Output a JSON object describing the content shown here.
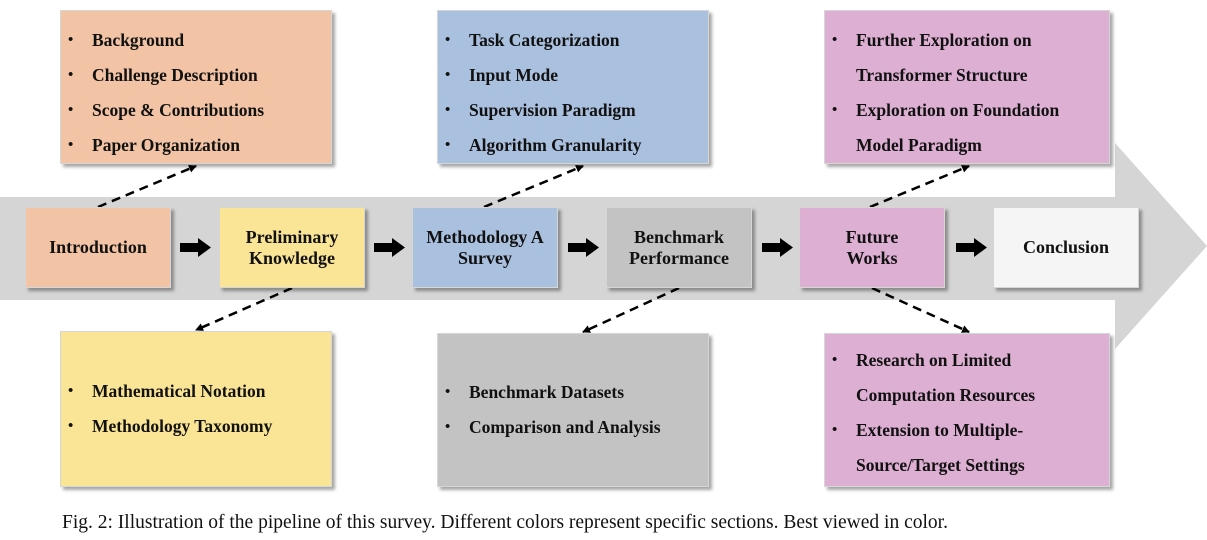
{
  "colors": {
    "introduction": "#f2c4a5",
    "preliminary": "#fae597",
    "methodology": "#aac0df",
    "benchmark": "#c3c3c3",
    "future": "#ddafd3",
    "conclusion": "#f5f5f5",
    "band": "#d5d5d5"
  },
  "stages": {
    "introduction": "Introduction",
    "preliminary": "Preliminary Knowledge",
    "methodology": "Methodology A Survey",
    "benchmark": "Benchmark Performance",
    "future": "Future Works",
    "conclusion": "Conclusion"
  },
  "details": {
    "introduction": [
      "Background",
      "Challenge Description",
      "Scope & Contributions",
      "Paper Organization"
    ],
    "methodology": [
      "Task Categorization",
      "Input Mode",
      "Supervision Paradigm",
      "Algorithm Granularity"
    ],
    "future_top": [
      "Further Exploration on Transformer Structure",
      "Exploration on Foundation Model Paradigm"
    ],
    "preliminary": [
      "Mathematical Notation",
      "Methodology Taxonomy"
    ],
    "benchmark": [
      "Benchmark Datasets",
      "Comparison and Analysis"
    ],
    "future_bottom": [
      "Research on Limited Computation Resources",
      "Extension to Multiple-Source/Target Settings"
    ]
  },
  "caption": "Fig. 2: Illustration of the pipeline of this survey. Different colors represent specific sections. Best viewed in color."
}
